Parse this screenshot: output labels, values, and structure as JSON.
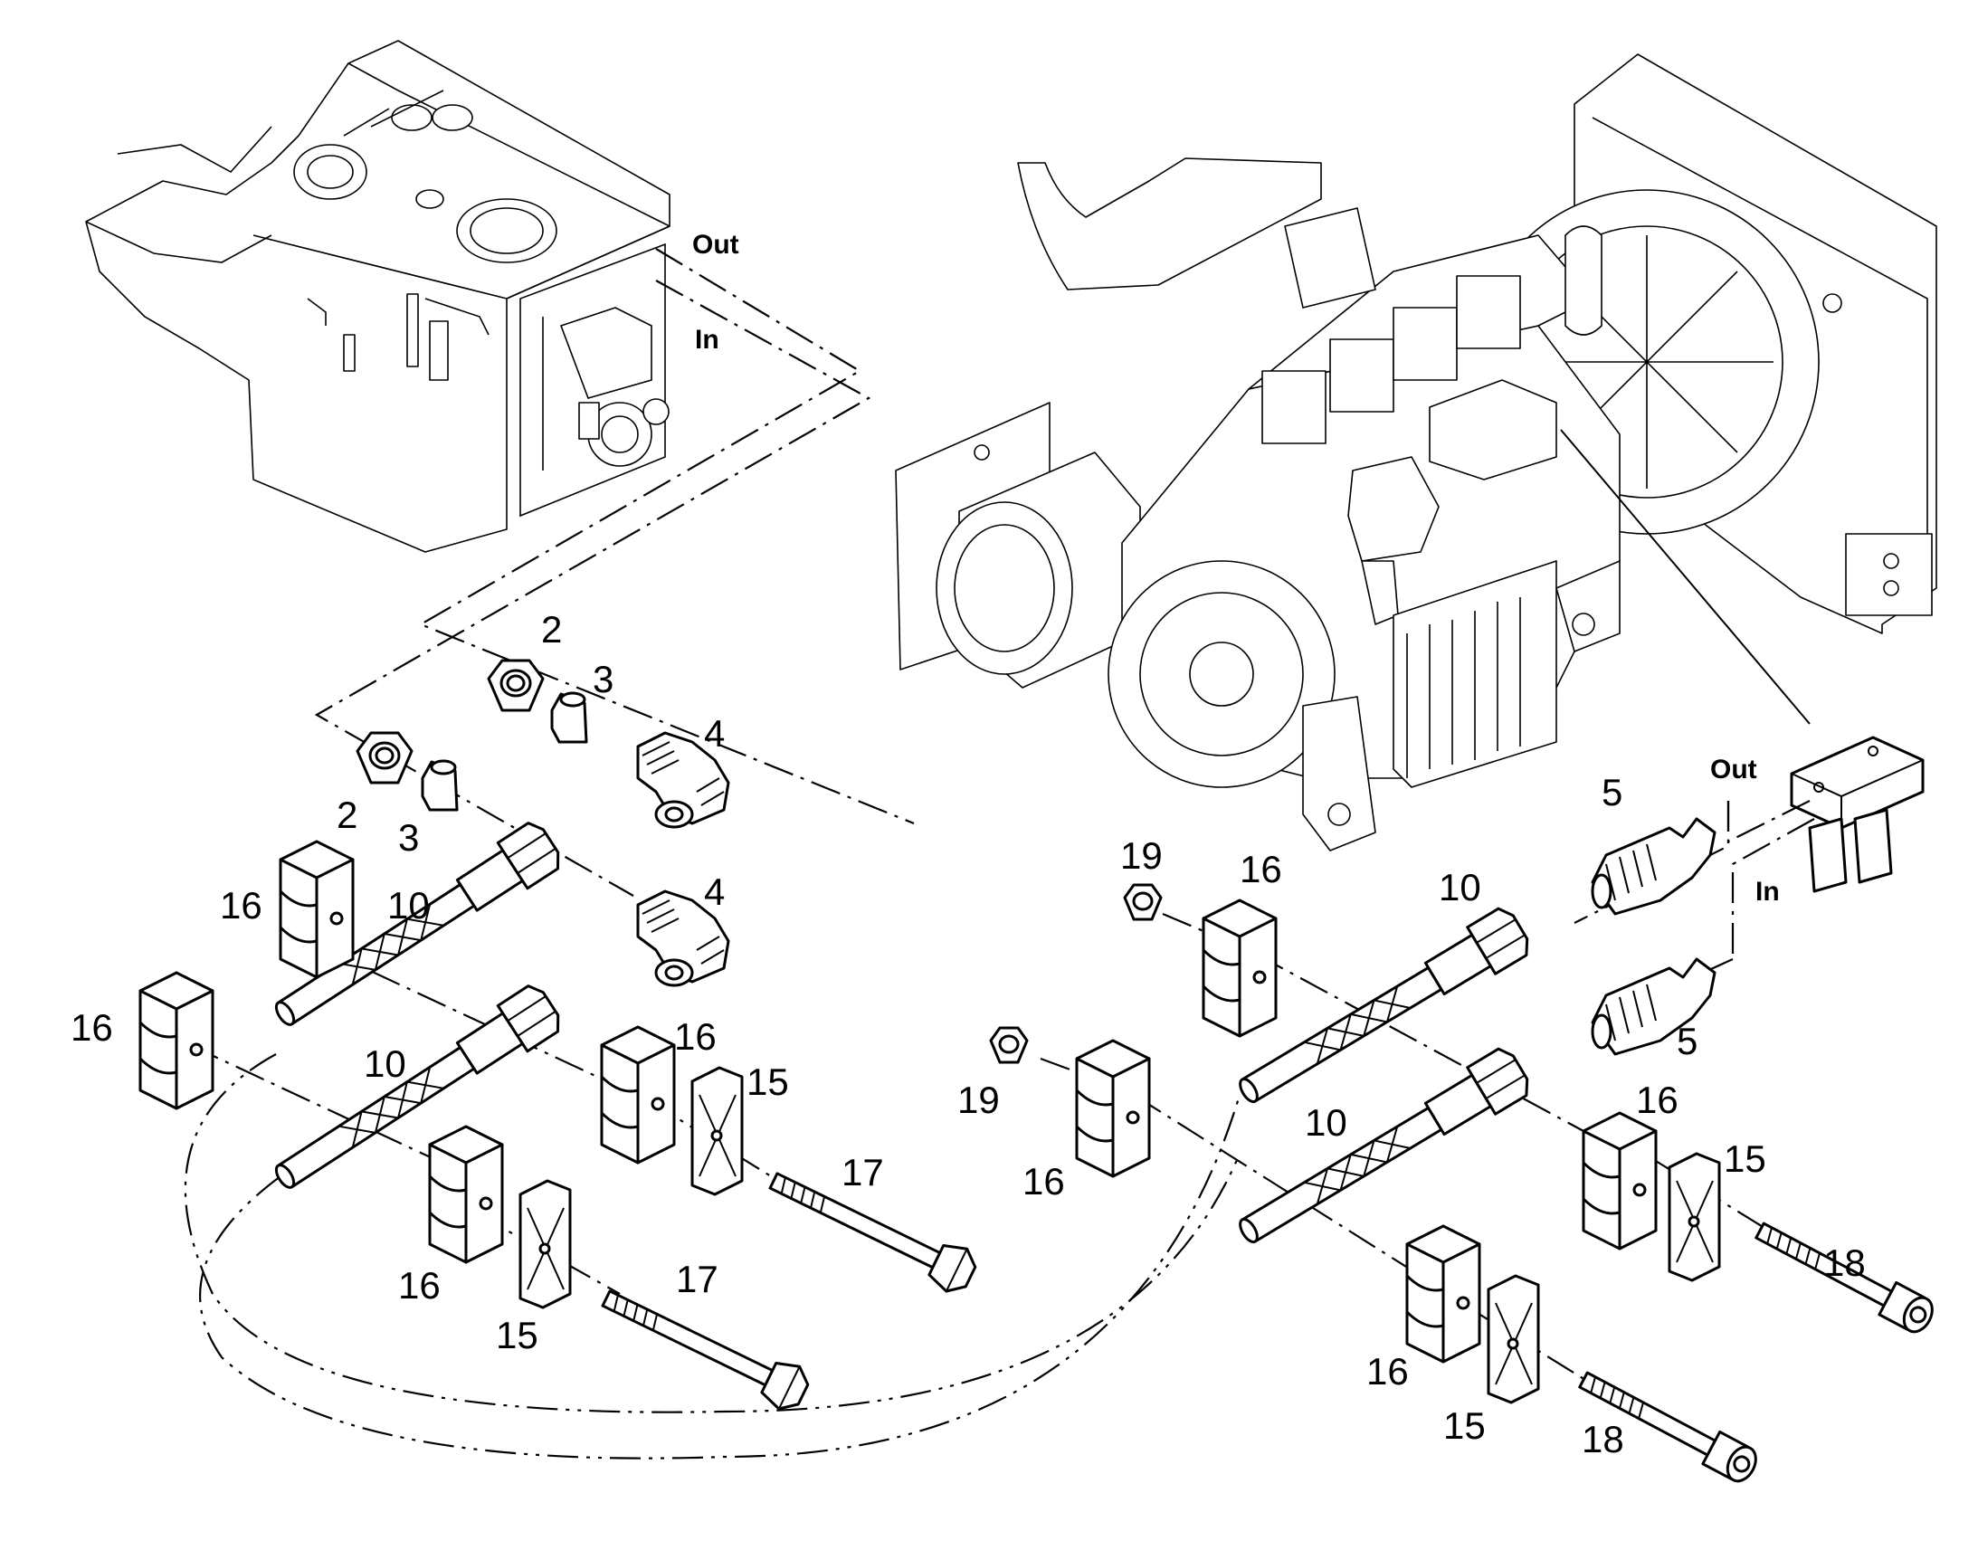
{
  "callouts": {
    "c2a": "2",
    "c2b": "2",
    "c3a": "3",
    "c3b": "3",
    "c4a": "4",
    "c4b": "4",
    "c5a": "5",
    "c5b": "5",
    "c10a": "10",
    "c10b": "10",
    "c10c": "10",
    "c10d": "10",
    "c15a": "15",
    "c15b": "15",
    "c15c": "15",
    "c15d": "15",
    "c16a": "16",
    "c16b": "16",
    "c16c": "16",
    "c16d": "16",
    "c16e": "16",
    "c16f": "16",
    "c16g": "16",
    "c16h": "16",
    "c17a": "17",
    "c17b": "17",
    "c18a": "18",
    "c18b": "18",
    "c19a": "19",
    "c19b": "19"
  },
  "ports": {
    "tank_out": "Out",
    "tank_in": "In",
    "block_out": "Out",
    "block_in": "In"
  },
  "colors": {
    "line": "#000000",
    "background": "#ffffff"
  }
}
